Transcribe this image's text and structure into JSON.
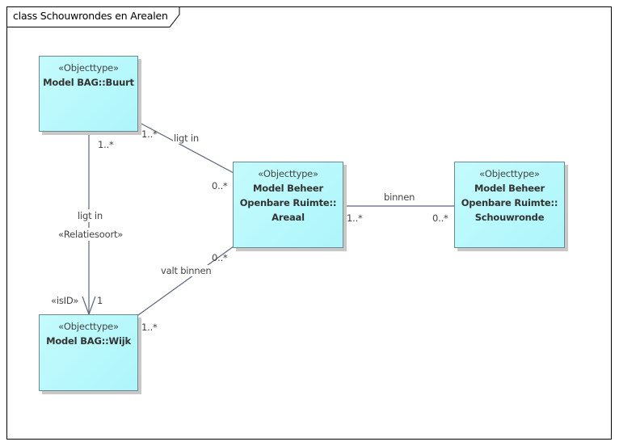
{
  "frame": {
    "title": "class Schouwrondes en Arealen"
  },
  "classes": {
    "buurt": {
      "stereotype": "«Objecttype»",
      "name": [
        "Model BAG::Buurt"
      ]
    },
    "areaal": {
      "stereotype": "«Objecttype»",
      "name": [
        "Model Beheer",
        "Openbare Ruimte::",
        "Areaal"
      ]
    },
    "schouwronde": {
      "stereotype": "«Objecttype»",
      "name": [
        "Model Beheer",
        "Openbare Ruimte::",
        "Schouwronde"
      ]
    },
    "wijk": {
      "stereotype": "«Objecttype»",
      "name": [
        "Model BAG::Wijk"
      ]
    }
  },
  "associations": {
    "buurt_areaal": {
      "label": "ligt in",
      "source_mult": "1..*",
      "target_mult": "0..*"
    },
    "areaal_schouwronde": {
      "label": "binnen",
      "source_mult": "1..*",
      "target_mult": "0..*"
    },
    "buurt_wijk": {
      "label": "ligt in",
      "stereotype": "«Relatiesoort»",
      "source_mult": "1..*",
      "target_mult": "1",
      "target_role": "«isID»"
    },
    "wijk_areaal": {
      "label": "valt binnen",
      "source_mult": "1..*",
      "target_mult": "0..*"
    }
  },
  "colors": {
    "class_fill": "#b7f8fc",
    "line": "#5c6478",
    "text": "#444444"
  }
}
